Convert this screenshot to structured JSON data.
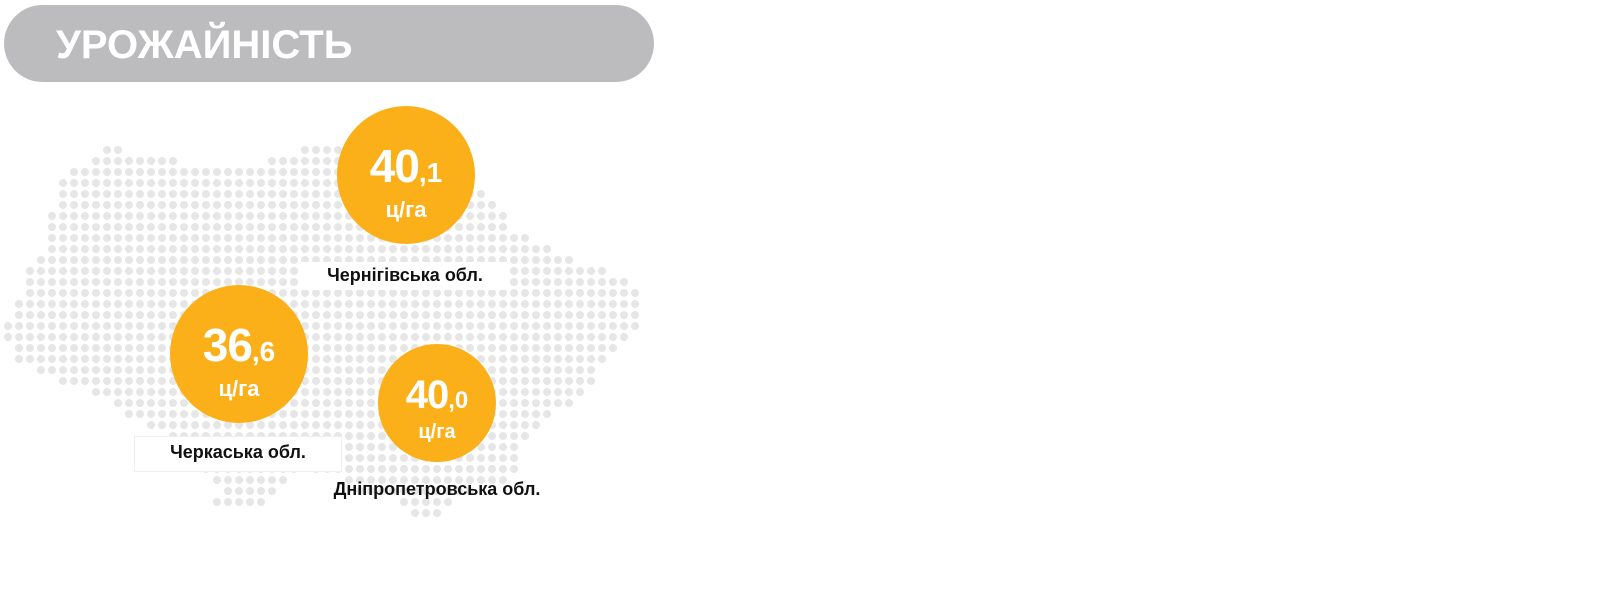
{
  "header": {
    "title": "УРОЖАЙНІСТЬ"
  },
  "colors": {
    "badge": "#fbb019",
    "header_bg": "#bcbcbe",
    "dots": "#e6e6e6"
  },
  "regions": [
    {
      "name": "Чернігівська обл.",
      "value_int": "40",
      "value_dec": ",1",
      "unit": "ц/га"
    },
    {
      "name": "Черкаська обл.",
      "value_int": "36",
      "value_dec": ",6",
      "unit": "ц/га"
    },
    {
      "name": "Дніпропетровська обл.",
      "value_int": "40",
      "value_dec": ",0",
      "unit": "ц/га"
    }
  ]
}
